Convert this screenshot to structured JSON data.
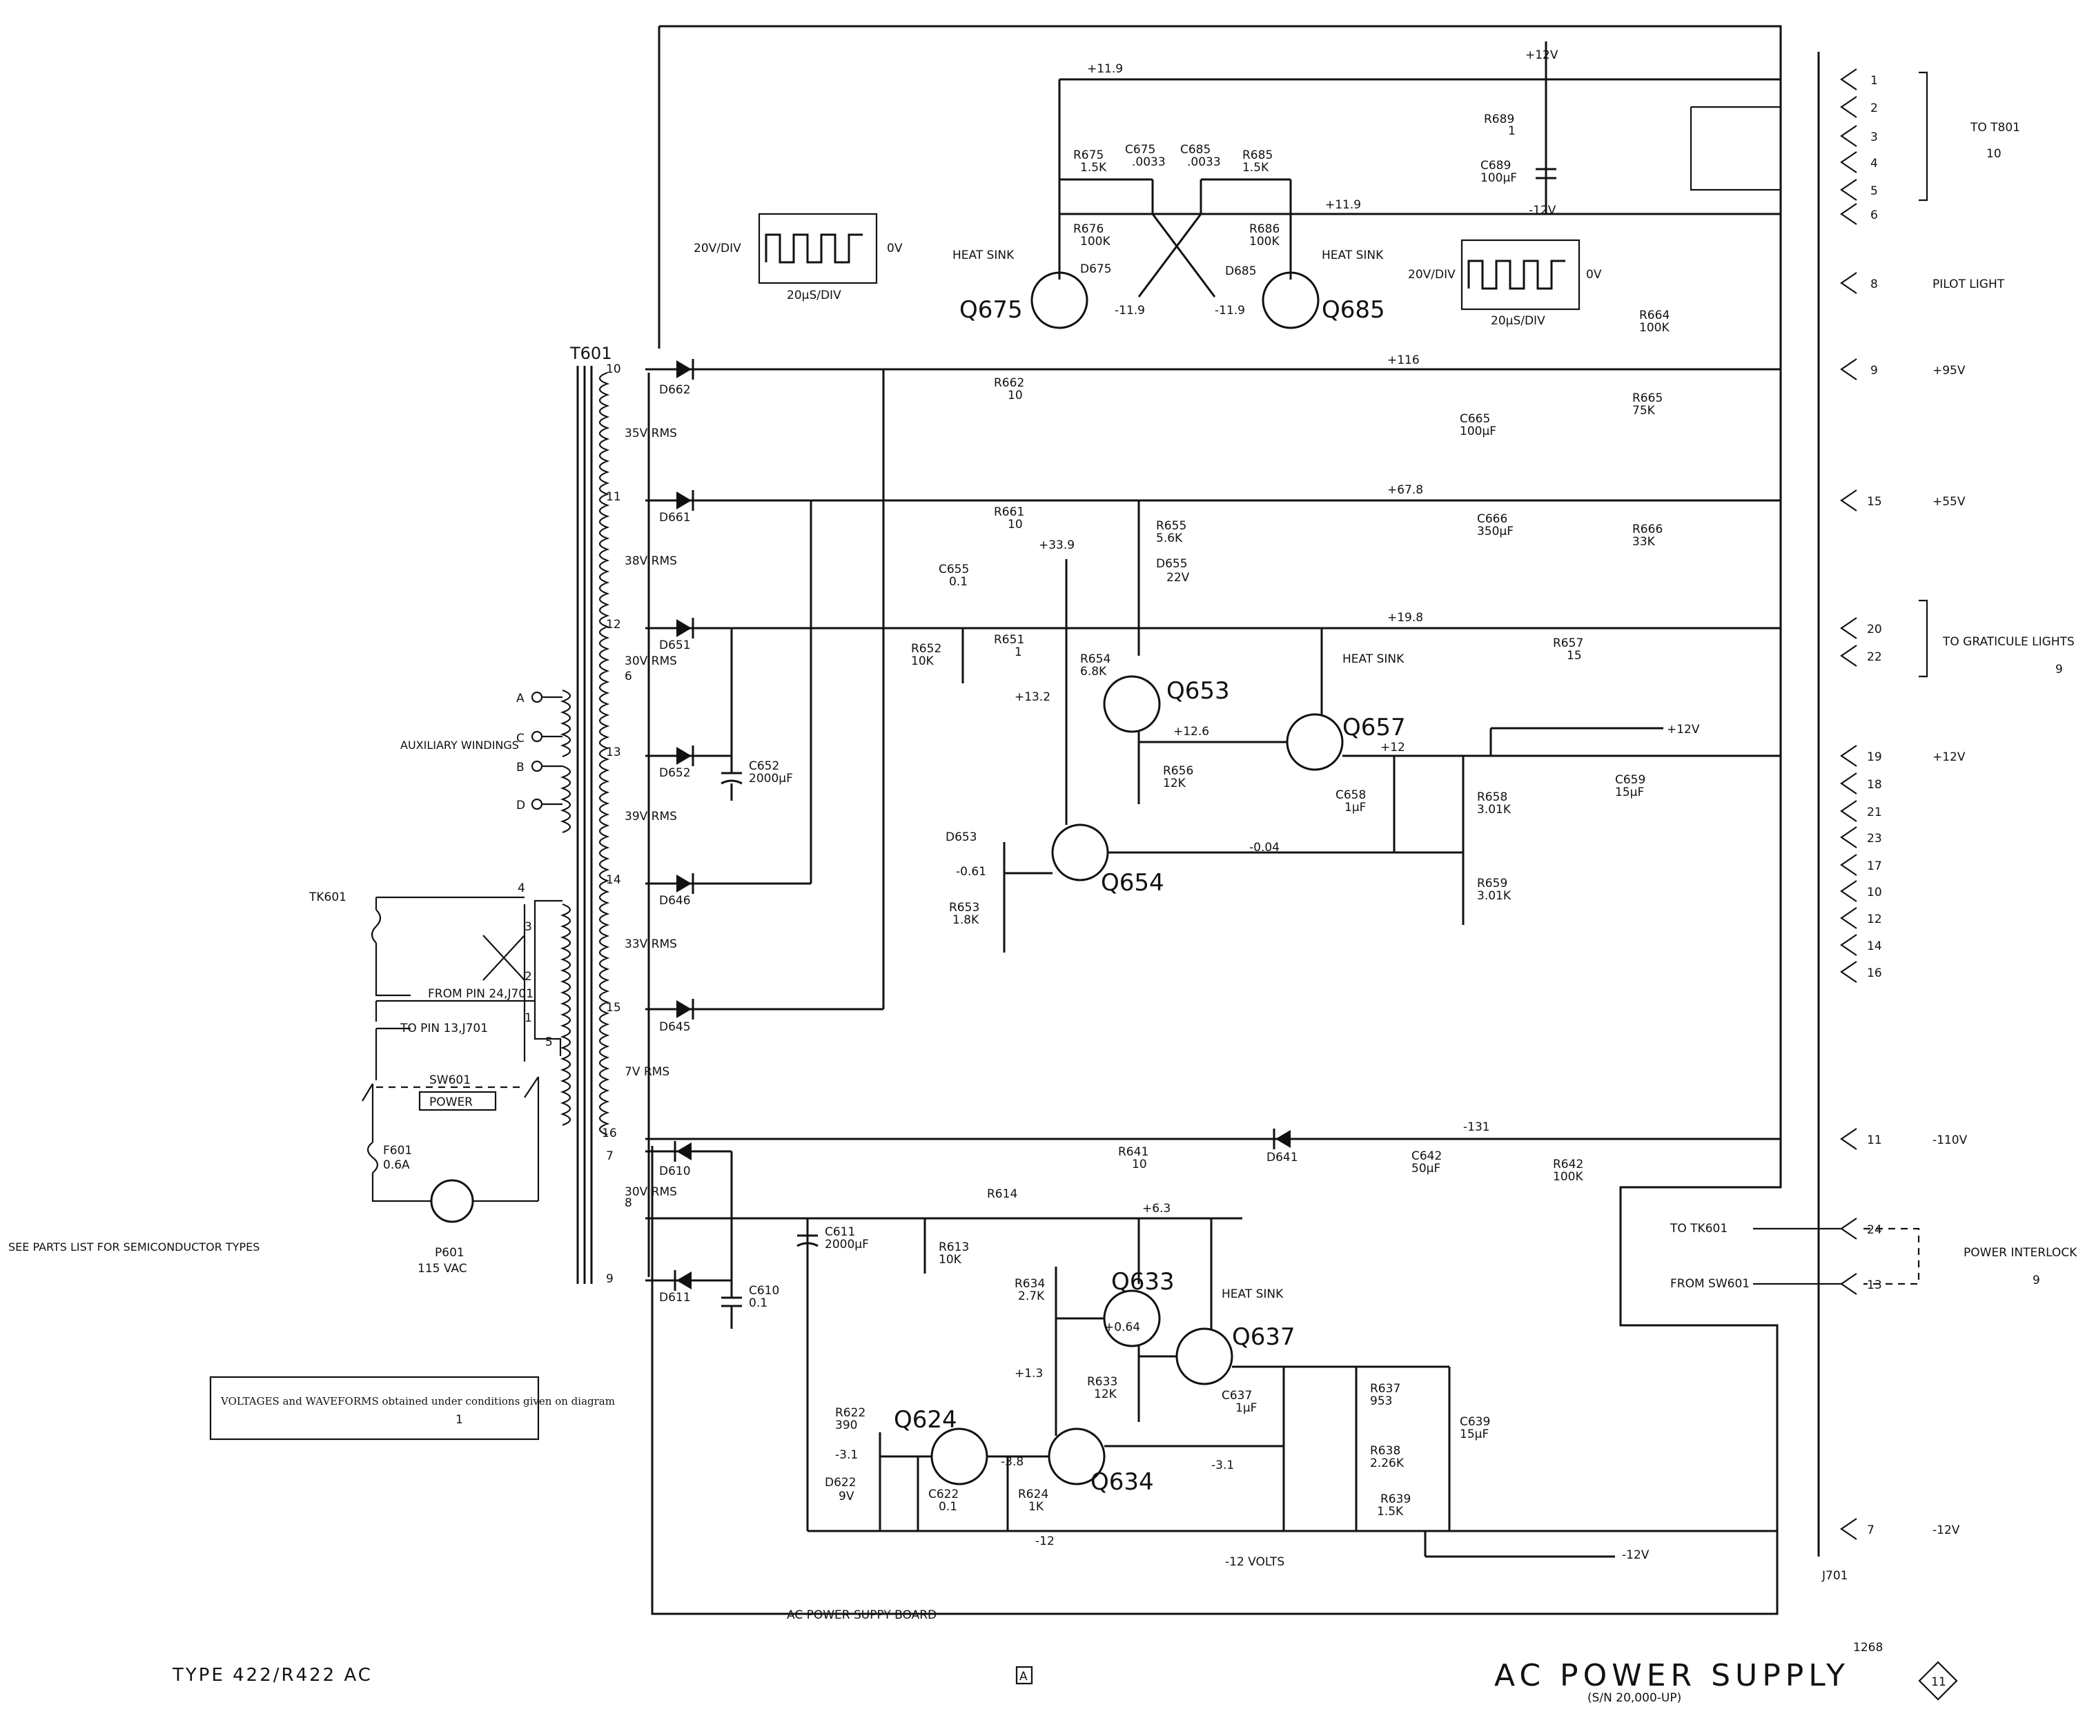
{
  "title": {
    "main": "AC POWER SUPPLY",
    "sub": "(S/N 20,000-UP)",
    "number": "11",
    "date_code": "1268",
    "model": "TYPE 422/R422 AC",
    "page_mark": "A"
  },
  "transformer": {
    "ref": "T601",
    "aux": "AUXILIARY WINDINGS",
    "taps": [
      "10",
      "11",
      "12",
      "6",
      "13",
      "14",
      "15",
      "16",
      "7",
      "8",
      "9"
    ],
    "aux_taps": [
      "A",
      "C",
      "B",
      "D"
    ],
    "rms": [
      "35V RMS",
      "38V RMS",
      "30V RMS",
      "39V RMS",
      "33V RMS",
      "7V RMS",
      "30V RMS"
    ]
  },
  "primary": {
    "tk_ref": "TK601",
    "tk_from": "FROM PIN 24,J701",
    "to_pin": "TO PIN 13,J701",
    "switch_ref": "SW601",
    "switch_name": "POWER",
    "fuse_ref": "F601",
    "fuse_val": "0.6A",
    "plug_ref": "P601",
    "plug_val": "115 VAC",
    "pins": [
      "4",
      "3",
      "2",
      "1",
      "5"
    ]
  },
  "notes": {
    "parts": "SEE PARTS LIST FOR SEMICONDUCTOR TYPES",
    "voltages": "VOLTAGES and WAVEFORMS obtained under conditions given on diagram",
    "voltages_ref": "1"
  },
  "board": {
    "label": "AC POWER SUPPY BOARD",
    "connector": "J701"
  },
  "waveforms": {
    "w1": {
      "vdiv": "20V/DIV",
      "tdiv": "20μS/DIV",
      "zero": "0V"
    },
    "w2": {
      "vdiv": "20V/DIV",
      "tdiv": "20μS/DIV",
      "zero": "0V"
    }
  },
  "components": {
    "diodes": [
      "D662",
      "D661",
      "D651",
      "D652",
      "D646",
      "D645",
      "D610",
      "D611",
      "D641",
      "D675",
      "D685",
      "D655",
      "D653",
      "D622"
    ],
    "d655_val": "22V",
    "d622_val": "9V",
    "transistors": [
      "Q675",
      "Q685",
      "Q653",
      "Q657",
      "Q654",
      "Q633",
      "Q637",
      "Q624",
      "Q634"
    ],
    "heat_sink": "HEAT SINK",
    "resistors": {
      "R689": "1",
      "R675": "1.5K",
      "R676": "100K",
      "R685": "1.5K",
      "R686": "100K",
      "R664": "100K",
      "R662": "10",
      "R665": "75K",
      "R661": "10",
      "R655": "5.6K",
      "R666": "33K",
      "R652": "10K",
      "R651": "1",
      "R654": "6.8K",
      "R657": "15",
      "R656": "12K",
      "R658": "3.01K",
      "R659": "3.01K",
      "R653": "1.8K",
      "R641": "10",
      "R642": "100K",
      "R614": "",
      "R613": "10K",
      "R634": "2.7K",
      "R633": "12K",
      "R637": "953",
      "R638": "2.26K",
      "R639": "1.5K",
      "R622": "390",
      "R624": "1K"
    },
    "capacitors": {
      "C675": ".0033",
      "C685": ".0033",
      "C689": "100μF",
      "C665": "100μF",
      "C666": "350μF",
      "C655": "0.1",
      "C652": "2000μF",
      "C658": "1μF",
      "C659": "15μF",
      "C642": "50μF",
      "C611": "2000μF",
      "C610": "0.1",
      "C637": "1μF",
      "C639": "15μF",
      "C622": "0.1"
    }
  },
  "voltages": {
    "v119": "+11.9",
    "v119b": "+11.9",
    "v116": "+116",
    "v678": "+67.8",
    "v339": "+33.9",
    "v198": "+19.8",
    "v132": "+13.2",
    "v126": "+12.6",
    "v12": "+12",
    "vm004": "-0.04",
    "vm061": "-0.61",
    "vm131": "-131",
    "v63": "+6.3",
    "v064": "+0.64",
    "v13": "+1.3",
    "vm31a": "-3.1",
    "vm38": "-3.8",
    "vm31b": "-3.1",
    "vm12": "-12",
    "vm119a": "-11.9",
    "vm119b": "-11.9",
    "p12v": "+12V",
    "m12v": "-12V",
    "adj": "-12 VOLTS"
  },
  "connector_pins": [
    {
      "pin": "1",
      "signal": ""
    },
    {
      "pin": "2",
      "signal": ""
    },
    {
      "pin": "3",
      "signal": ""
    },
    {
      "pin": "4",
      "signal": ""
    },
    {
      "pin": "5",
      "signal": ""
    },
    {
      "pin": "6",
      "signal": ""
    },
    {
      "pin": "8",
      "signal": "PILOT LIGHT"
    },
    {
      "pin": "9",
      "signal": "+95V"
    },
    {
      "pin": "15",
      "signal": "+55V"
    },
    {
      "pin": "20",
      "signal": ""
    },
    {
      "pin": "22",
      "signal": ""
    },
    {
      "pin": "19",
      "signal": "+12V"
    },
    {
      "pin": "18",
      "signal": ""
    },
    {
      "pin": "21",
      "signal": ""
    },
    {
      "pin": "23",
      "signal": ""
    },
    {
      "pin": "17",
      "signal": ""
    },
    {
      "pin": "10",
      "signal": ""
    },
    {
      "pin": "12",
      "signal": ""
    },
    {
      "pin": "14",
      "signal": ""
    },
    {
      "pin": "16",
      "signal": ""
    },
    {
      "pin": "11",
      "signal": "-110V"
    },
    {
      "pin": "24",
      "signal": ""
    },
    {
      "pin": "13",
      "signal": ""
    },
    {
      "pin": "7",
      "signal": "-12V"
    }
  ],
  "destinations": {
    "t801": "TO T801",
    "t801_ref": "10",
    "grat": "TO GRATICULE LIGHTS",
    "grat_ref": "9",
    "to_tk601": "TO TK601",
    "from_sw601": "FROM SW601",
    "interlock": "POWER INTERLOCK",
    "interlock_ref": "9"
  }
}
